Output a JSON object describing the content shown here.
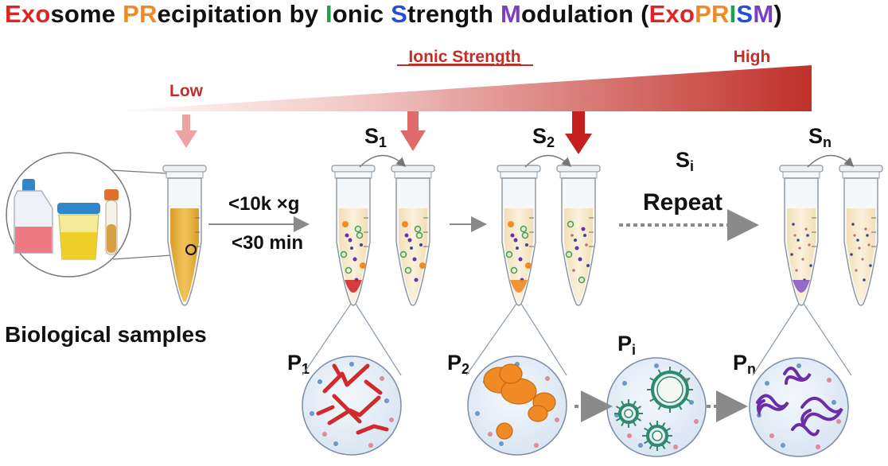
{
  "title": {
    "segments": [
      {
        "text": "Exo",
        "color": "#e02424"
      },
      {
        "text": "some ",
        "color": "#111111"
      },
      {
        "text": "PR",
        "color": "#f08a24"
      },
      {
        "text": "ecipitation by ",
        "color": "#111111"
      },
      {
        "text": "I",
        "color": "#1fa34a"
      },
      {
        "text": "onic ",
        "color": "#111111"
      },
      {
        "text": "S",
        "color": "#2250d8"
      },
      {
        "text": "trength ",
        "color": "#111111"
      },
      {
        "text": "M",
        "color": "#7b3fc4"
      },
      {
        "text": "odulation (",
        "color": "#111111"
      },
      {
        "text": "Exo",
        "color": "#e02424"
      },
      {
        "text": "PR",
        "color": "#f08a24"
      },
      {
        "text": "I",
        "color": "#1fa34a"
      },
      {
        "text": "S",
        "color": "#2250d8"
      },
      {
        "text": "M",
        "color": "#7b3fc4"
      },
      {
        "text": ")",
        "color": "#111111"
      }
    ]
  },
  "gradient": {
    "label": "Ionic Strength",
    "low_label": "Low",
    "high_label": "High",
    "low_color": "#ffffff",
    "high_color": "#c0302a"
  },
  "labels": {
    "spin_speed": "<10k ×g",
    "spin_time": "<30 min",
    "repeat": "Repeat",
    "samples": "Biological samples",
    "s1": "S",
    "s1_sub": "1",
    "s2": "S",
    "s2_sub": "2",
    "si": "S",
    "si_sub": "i",
    "sn": "S",
    "sn_sub": "n",
    "p1": "P",
    "p1_sub": "1",
    "p2": "P",
    "p2_sub": "2",
    "pi": "P",
    "pi_sub": "i",
    "pn": "P",
    "pn_sub": "n"
  },
  "colors": {
    "sample_yellow": "#e8b33a",
    "light_liquid": "#f8ebcf",
    "arrow_light": "#eea3a3",
    "arrow_mid": "#df6a6a",
    "arrow_dark": "#c42020",
    "protein_red": "#d02a2a",
    "lipoprotein_orange": "#f08a24",
    "exosome_green": "#3aa05a",
    "rna_purple": "#6a2fa8",
    "circle_fill": "#e6eef8",
    "circle_stroke": "#7a8da8",
    "gray": "#8a8a8a"
  }
}
